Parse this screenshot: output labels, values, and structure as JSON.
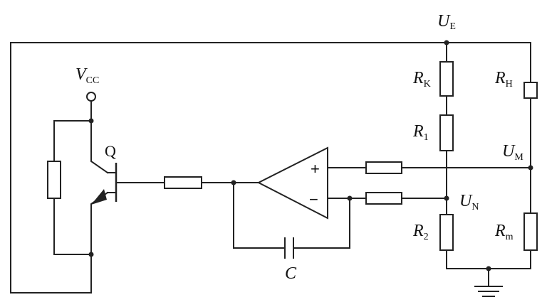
{
  "labels": {
    "ue": {
      "main": "U",
      "sub": "E"
    },
    "vcc": {
      "main": "V",
      "sub": "CC"
    },
    "q": "Q",
    "rk": {
      "main": "R",
      "sub": "K"
    },
    "rh": {
      "main": "R",
      "sub": "H"
    },
    "r1": {
      "main": "R",
      "sub": "1"
    },
    "r2": {
      "main": "R",
      "sub": "2"
    },
    "rm": {
      "main": "R",
      "sub": "m"
    },
    "um": {
      "main": "U",
      "sub": "M"
    },
    "un": {
      "main": "U",
      "sub": "N"
    },
    "c": "C",
    "plus": "+",
    "minus": "−"
  }
}
